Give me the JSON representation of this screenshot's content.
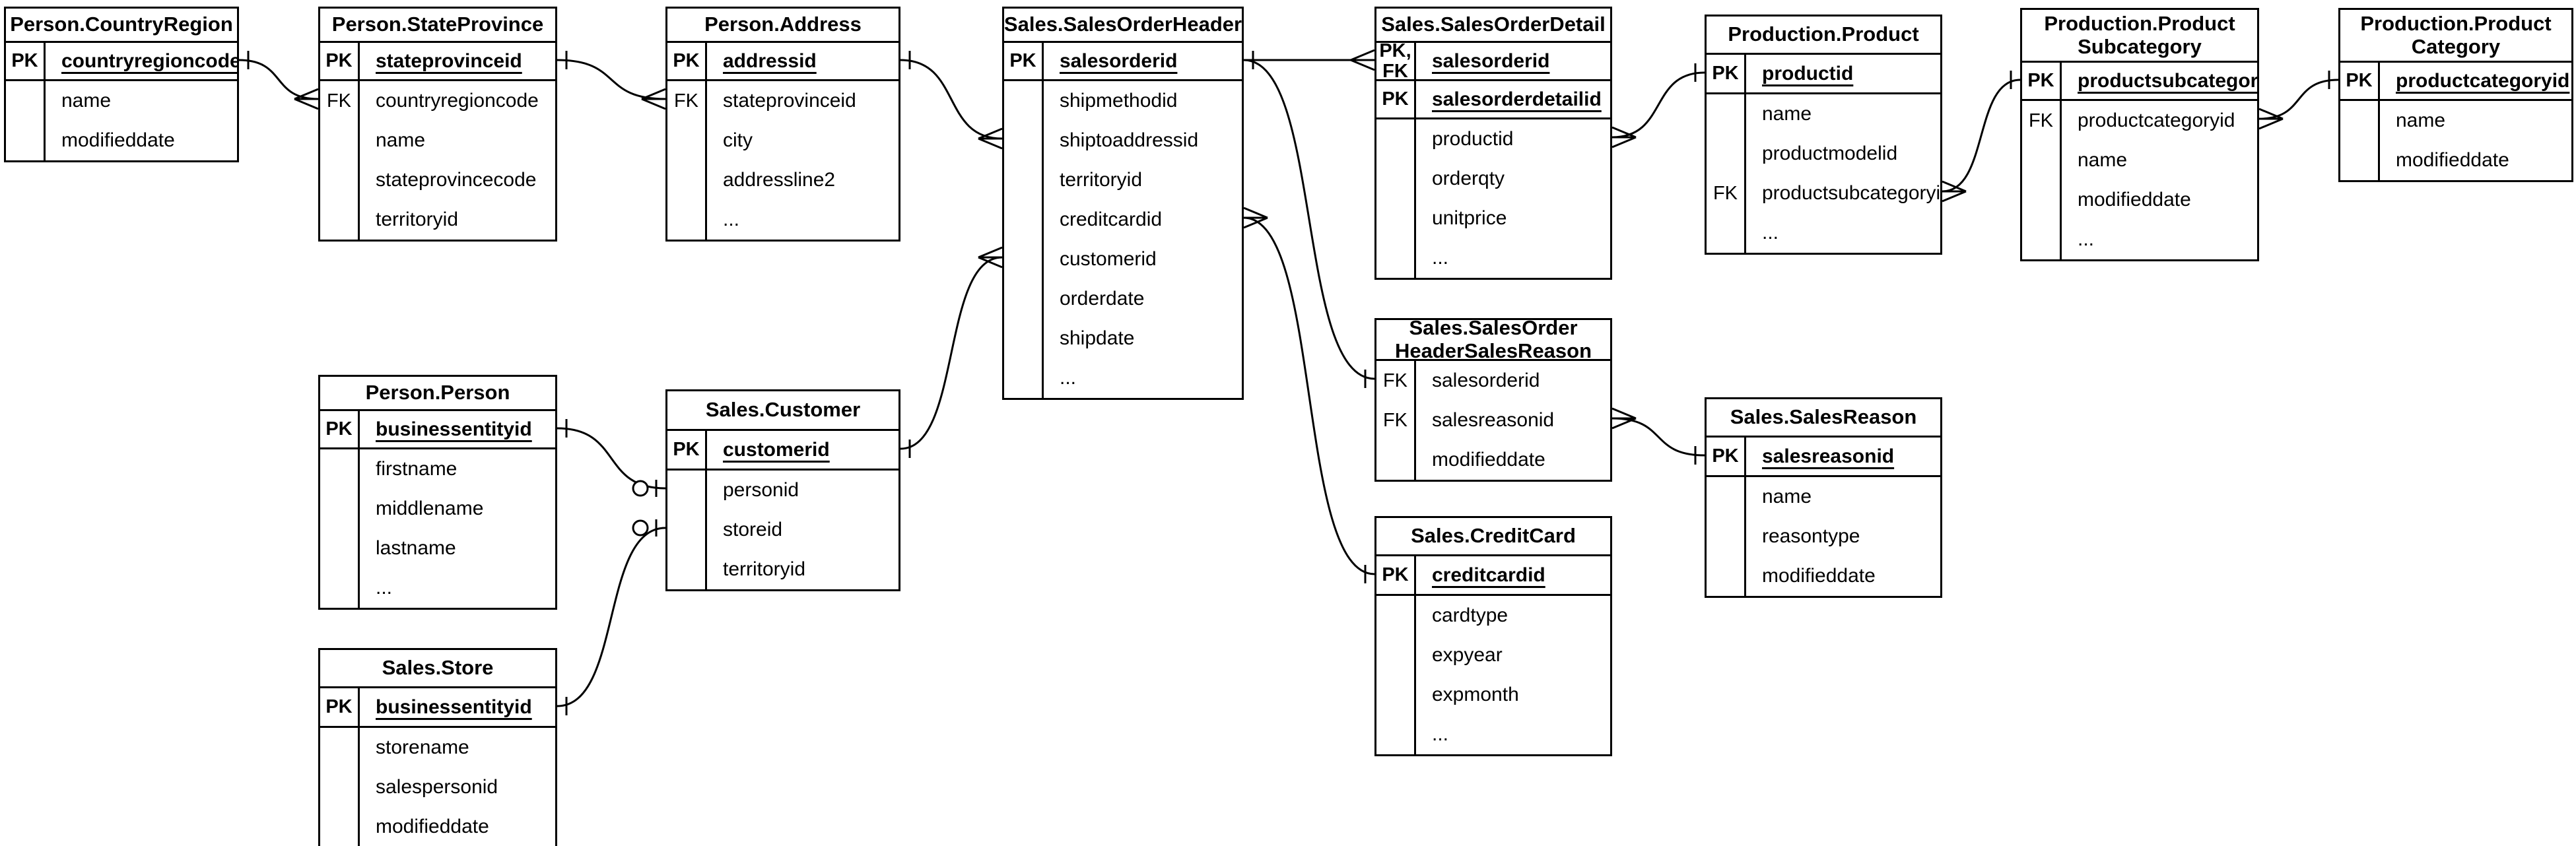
{
  "diagram": {
    "background_color": "#ffffff",
    "line_color": "#000000",
    "notation": "crow's foot",
    "tables": [
      {
        "id": "person_countryregion",
        "title": "Person.CountryRegion",
        "title_lines": [
          "Person.CountryRegion"
        ],
        "key_rows": [
          {
            "badge": "PK",
            "field": "countryregioncode"
          }
        ],
        "body_rows": [
          {
            "badge": "",
            "field": "name"
          },
          {
            "badge": "",
            "field": "modifieddate"
          }
        ]
      },
      {
        "id": "person_stateprovince",
        "title": "Person.StateProvince",
        "title_lines": [
          "Person.StateProvince"
        ],
        "key_rows": [
          {
            "badge": "PK",
            "field": "stateprovinceid"
          }
        ],
        "body_rows": [
          {
            "badge": "FK",
            "field": "countryregioncode"
          },
          {
            "badge": "",
            "field": "name"
          },
          {
            "badge": "",
            "field": "stateprovincecode"
          },
          {
            "badge": "",
            "field": "territoryid"
          }
        ]
      },
      {
        "id": "person_address",
        "title": "Person.Address",
        "title_lines": [
          "Person.Address"
        ],
        "key_rows": [
          {
            "badge": "PK",
            "field": "addressid"
          }
        ],
        "body_rows": [
          {
            "badge": "FK",
            "field": "stateprovinceid"
          },
          {
            "badge": "",
            "field": "city"
          },
          {
            "badge": "",
            "field": "addressline2"
          },
          {
            "badge": "",
            "field": "..."
          }
        ]
      },
      {
        "id": "sales_salesorderheader",
        "title": "Sales.SalesOrderHeader",
        "title_lines": [
          "Sales.SalesOrderHeader"
        ],
        "key_rows": [
          {
            "badge": "PK",
            "field": "salesorderid"
          }
        ],
        "body_rows": [
          {
            "badge": "",
            "field": "shipmethodid"
          },
          {
            "badge": "",
            "field": "shiptoaddressid"
          },
          {
            "badge": "",
            "field": "territoryid"
          },
          {
            "badge": "",
            "field": "creditcardid"
          },
          {
            "badge": "",
            "field": "customerid"
          },
          {
            "badge": "",
            "field": "orderdate"
          },
          {
            "badge": "",
            "field": "shipdate"
          },
          {
            "badge": "",
            "field": "..."
          }
        ]
      },
      {
        "id": "sales_salesorderdetail",
        "title": "Sales.SalesOrderDetail",
        "title_lines": [
          "Sales.SalesOrderDetail"
        ],
        "key_rows": [
          {
            "badge": "PK,\nFK",
            "field": "salesorderid"
          },
          {
            "badge": "PK",
            "field": "salesorderdetailid"
          }
        ],
        "body_rows": [
          {
            "badge": "",
            "field": "productid"
          },
          {
            "badge": "",
            "field": "orderqty"
          },
          {
            "badge": "",
            "field": "unitprice"
          },
          {
            "badge": "",
            "field": "..."
          }
        ]
      },
      {
        "id": "production_product",
        "title": "Production.Product",
        "title_lines": [
          "Production.Product"
        ],
        "key_rows": [
          {
            "badge": "PK",
            "field": "productid"
          }
        ],
        "body_rows": [
          {
            "badge": "",
            "field": "name"
          },
          {
            "badge": "",
            "field": "productmodelid"
          },
          {
            "badge": "FK",
            "field": "productsubcategoryid"
          },
          {
            "badge": "",
            "field": "..."
          }
        ]
      },
      {
        "id": "production_productsubcategory",
        "title": "Production.ProductSubcategory",
        "title_lines": [
          "Production.Product",
          "Subcategory"
        ],
        "key_rows": [
          {
            "badge": "PK",
            "field": "productsubcategoryid"
          }
        ],
        "body_rows": [
          {
            "badge": "FK",
            "field": "productcategoryid"
          },
          {
            "badge": "",
            "field": "name"
          },
          {
            "badge": "",
            "field": "modifieddate"
          },
          {
            "badge": "",
            "field": "..."
          }
        ]
      },
      {
        "id": "production_productcategory",
        "title": "Production.ProductCategory",
        "title_lines": [
          "Production.Product",
          "Category"
        ],
        "key_rows": [
          {
            "badge": "PK",
            "field": "productcategoryid"
          }
        ],
        "body_rows": [
          {
            "badge": "",
            "field": "name"
          },
          {
            "badge": "",
            "field": "modifieddate"
          }
        ]
      },
      {
        "id": "person_person",
        "title": "Person.Person",
        "title_lines": [
          "Person.Person"
        ],
        "key_rows": [
          {
            "badge": "PK",
            "field": "businessentityid"
          }
        ],
        "body_rows": [
          {
            "badge": "",
            "field": "firstname"
          },
          {
            "badge": "",
            "field": "middlename"
          },
          {
            "badge": "",
            "field": "lastname"
          },
          {
            "badge": "",
            "field": "..."
          }
        ]
      },
      {
        "id": "sales_customer",
        "title": "Sales.Customer",
        "title_lines": [
          "Sales.Customer"
        ],
        "key_rows": [
          {
            "badge": "PK",
            "field": "customerid"
          }
        ],
        "body_rows": [
          {
            "badge": "",
            "field": "personid"
          },
          {
            "badge": "",
            "field": "storeid"
          },
          {
            "badge": "",
            "field": "territoryid"
          }
        ]
      },
      {
        "id": "sales_store",
        "title": "Sales.Store",
        "title_lines": [
          "Sales.Store"
        ],
        "key_rows": [
          {
            "badge": "PK",
            "field": "businessentityid"
          }
        ],
        "body_rows": [
          {
            "badge": "",
            "field": "storename"
          },
          {
            "badge": "",
            "field": "salespersonid"
          },
          {
            "badge": "",
            "field": "modifieddate"
          }
        ]
      },
      {
        "id": "sales_salesorderheadersalesreason",
        "title": "Sales.SalesOrderHeaderSalesReason",
        "title_lines": [
          "Sales.SalesOrder",
          "HeaderSalesReason"
        ],
        "key_rows": [],
        "body_rows": [
          {
            "badge": "FK",
            "field": "salesorderid"
          },
          {
            "badge": "FK",
            "field": "salesreasonid"
          },
          {
            "badge": "",
            "field": "modifieddate"
          }
        ]
      },
      {
        "id": "sales_salesreason",
        "title": "Sales.SalesReason",
        "title_lines": [
          "Sales.SalesReason"
        ],
        "key_rows": [
          {
            "badge": "PK",
            "field": "salesreasonid"
          }
        ],
        "body_rows": [
          {
            "badge": "",
            "field": "name"
          },
          {
            "badge": "",
            "field": "reasontype"
          },
          {
            "badge": "",
            "field": "modifieddate"
          }
        ]
      },
      {
        "id": "sales_creditcard",
        "title": "Sales.CreditCard",
        "title_lines": [
          "Sales.CreditCard"
        ],
        "key_rows": [
          {
            "badge": "PK",
            "field": "creditcardid"
          }
        ],
        "body_rows": [
          {
            "badge": "",
            "field": "cardtype"
          },
          {
            "badge": "",
            "field": "expyear"
          },
          {
            "badge": "",
            "field": "expmonth"
          },
          {
            "badge": "",
            "field": "..."
          }
        ]
      }
    ],
    "relationships": [
      {
        "from": {
          "table": "person_countryregion",
          "field": "countryregioncode",
          "cardinality": "one"
        },
        "to": {
          "table": "person_stateprovince",
          "field": "countryregioncode",
          "cardinality": "many"
        }
      },
      {
        "from": {
          "table": "person_stateprovince",
          "field": "stateprovinceid",
          "cardinality": "one"
        },
        "to": {
          "table": "person_address",
          "field": "stateprovinceid",
          "cardinality": "many"
        }
      },
      {
        "from": {
          "table": "person_address",
          "field": "addressid",
          "cardinality": "one"
        },
        "to": {
          "table": "sales_salesorderheader",
          "field": "shiptoaddressid",
          "cardinality": "many"
        }
      },
      {
        "from": {
          "table": "sales_customer",
          "field": "customerid",
          "cardinality": "one"
        },
        "to": {
          "table": "sales_salesorderheader",
          "field": "customerid",
          "cardinality": "many"
        }
      },
      {
        "from": {
          "table": "person_person",
          "field": "businessentityid",
          "cardinality": "one"
        },
        "to": {
          "table": "sales_customer",
          "field": "personid",
          "cardinality": "zero-or-one"
        }
      },
      {
        "from": {
          "table": "sales_store",
          "field": "businessentityid",
          "cardinality": "one"
        },
        "to": {
          "table": "sales_customer",
          "field": "storeid",
          "cardinality": "zero-or-one"
        }
      },
      {
        "from": {
          "table": "sales_salesorderheader",
          "field": "salesorderid",
          "cardinality": "one"
        },
        "to": {
          "table": "sales_salesorderdetail",
          "field": "salesorderid",
          "cardinality": "many"
        }
      },
      {
        "from": {
          "table": "sales_salesorderheader",
          "field": "salesorderid",
          "cardinality": "none"
        },
        "to": {
          "table": "sales_salesorderheadersalesreason",
          "field": "salesorderid",
          "cardinality": "one"
        }
      },
      {
        "from": {
          "table": "sales_salesorderheader",
          "field": "creditcardid",
          "cardinality": "many"
        },
        "to": {
          "table": "sales_creditcard",
          "field": "creditcardid",
          "cardinality": "one"
        }
      },
      {
        "from": {
          "table": "sales_salesorderdetail",
          "field": "productid",
          "cardinality": "many"
        },
        "to": {
          "table": "production_product",
          "field": "productid",
          "cardinality": "one"
        }
      },
      {
        "from": {
          "table": "production_product",
          "field": "productsubcategoryid",
          "cardinality": "many"
        },
        "to": {
          "table": "production_productsubcategory",
          "field": "productsubcategoryid",
          "cardinality": "one"
        }
      },
      {
        "from": {
          "table": "production_productsubcategory",
          "field": "productcategoryid",
          "cardinality": "many"
        },
        "to": {
          "table": "production_productcategory",
          "field": "productcategoryid",
          "cardinality": "one"
        }
      },
      {
        "from": {
          "table": "sales_salesorderheadersalesreason",
          "field": "salesreasonid",
          "cardinality": "many"
        },
        "to": {
          "table": "sales_salesreason",
          "field": "salesreasonid",
          "cardinality": "one"
        }
      }
    ]
  }
}
